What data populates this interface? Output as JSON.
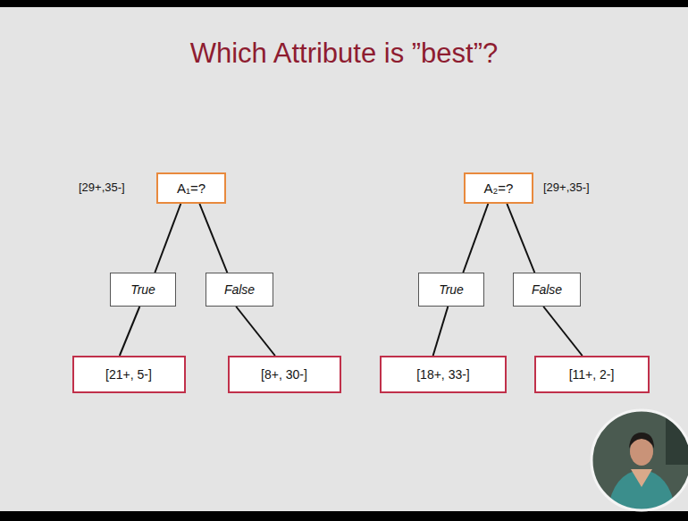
{
  "diagram": {
    "title": "Which Attribute is ”best”?",
    "nodes": [
      {
        "text": [
          "A₁=?"
        ]
      },
      {
        "text": [
          "True"
        ]
      },
      {
        "text": [
          "False"
        ]
      },
      {
        "text": [
          "[21+, 5-]"
        ]
      },
      {
        "text": [
          "[8+, 30-]"
        ]
      },
      {
        "text": [
          "A₂=?"
        ]
      },
      {
        "text": [
          "True"
        ]
      },
      {
        "text": [
          "False"
        ]
      },
      {
        "text": [
          "[18+, 33-]"
        ]
      },
      {
        "text": [
          "[11+, 2-]"
        ]
      }
    ],
    "edges": [
      {
        "from": 0,
        "to": 1,
        "arrow": "none"
      },
      {
        "from": 0,
        "to": 2,
        "arrow": "none"
      },
      {
        "from": 1,
        "to": 3,
        "arrow": "none"
      },
      {
        "from": 2,
        "to": 4,
        "arrow": "none"
      },
      {
        "from": 5,
        "to": 6,
        "arrow": "none"
      },
      {
        "from": 5,
        "to": 7,
        "arrow": "none"
      },
      {
        "from": 6,
        "to": 8,
        "arrow": "none"
      },
      {
        "from": 7,
        "to": 9,
        "arrow": "none"
      }
    ],
    "labels": [
      "[29+,35-]",
      "[29+,35-]"
    ]
  }
}
